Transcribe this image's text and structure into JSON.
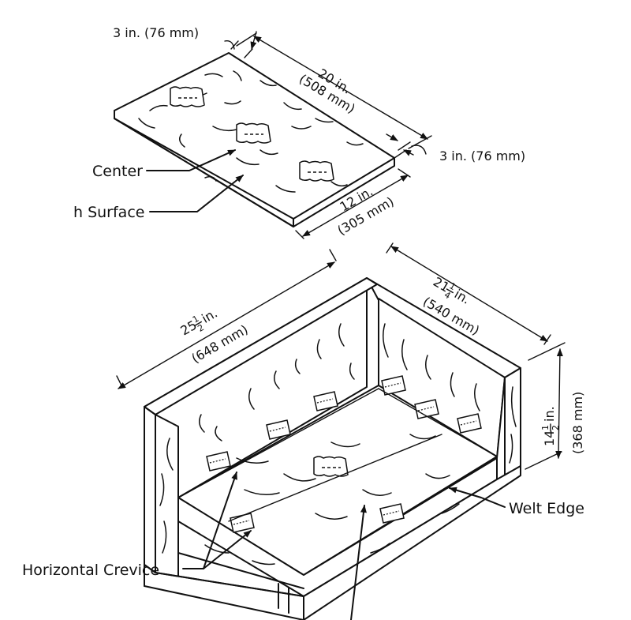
{
  "top_panel": {
    "dims": {
      "edge_top": "3 in. (76 mm)",
      "edge_right": "3 in. (76 mm)",
      "length_in": "20 in.",
      "length_mm": "(508 mm)",
      "width_in": "12 in.",
      "width_mm": "(305 mm)"
    },
    "labels": {
      "center": "Center",
      "surface": "h Surface"
    }
  },
  "box": {
    "dims": {
      "length_whole": "25",
      "length_num": "1",
      "length_den": "2",
      "length_unit": "in.",
      "length_mm": "(648 mm)",
      "width_whole": "21",
      "width_num": "1",
      "width_den": "4",
      "width_unit": "in.",
      "width_mm": "(540 mm)",
      "height_whole": "14",
      "height_num": "1",
      "height_den": "2",
      "height_unit": "in.",
      "height_mm": "(368 mm)"
    },
    "labels": {
      "welt_edge": "Welt Edge",
      "horizontal_crevice": "Horizontal Crevice"
    }
  }
}
